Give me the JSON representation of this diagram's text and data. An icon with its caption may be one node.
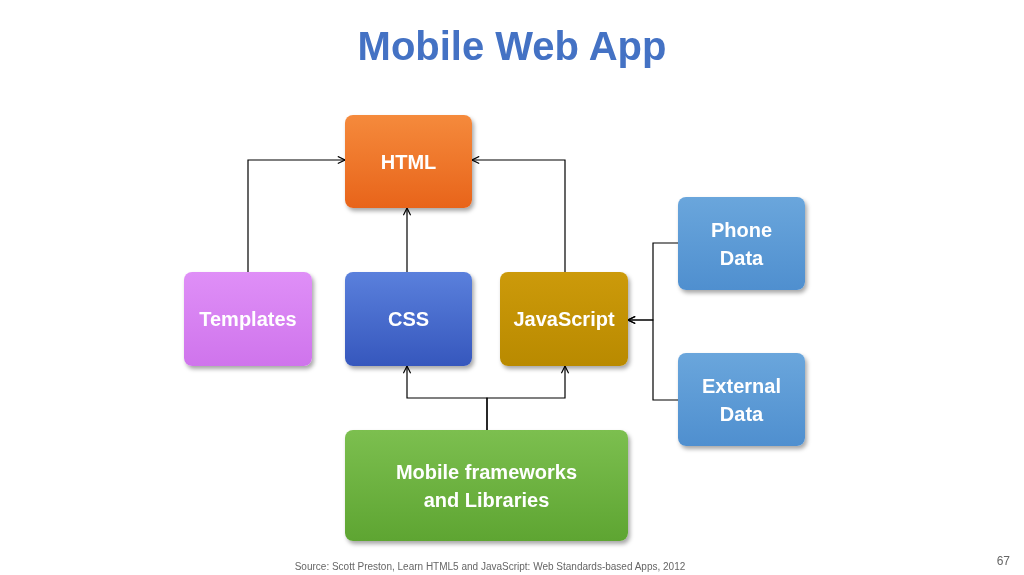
{
  "diagram": {
    "title": "Mobile Web App",
    "caption": "Source: Scott Preston, Learn HTML5 and JavaScript: Web Standards-based Apps, 2012",
    "nodes": [
      {
        "text": [
          "HTML"
        ]
      },
      {
        "text": [
          "Templates"
        ]
      },
      {
        "text": [
          "CSS"
        ]
      },
      {
        "text": [
          "JavaScript"
        ]
      },
      {
        "text": [
          "Phone Data"
        ]
      },
      {
        "text": [
          "External Data"
        ]
      },
      {
        "text": [
          "Mobile frameworks and Libraries"
        ]
      }
    ],
    "edges": [
      {
        "from": 1,
        "to": 0,
        "arrow": "to"
      },
      {
        "from": 2,
        "to": 0,
        "arrow": "to"
      },
      {
        "from": 3,
        "to": 0,
        "arrow": "to"
      },
      {
        "from": 6,
        "to": 2,
        "arrow": "to"
      },
      {
        "from": 6,
        "to": 3,
        "arrow": "to"
      },
      {
        "from": 4,
        "to": 3,
        "arrow": "to"
      },
      {
        "from": 5,
        "to": 3,
        "arrow": "to"
      }
    ],
    "labels": [
      "67"
    ]
  }
}
